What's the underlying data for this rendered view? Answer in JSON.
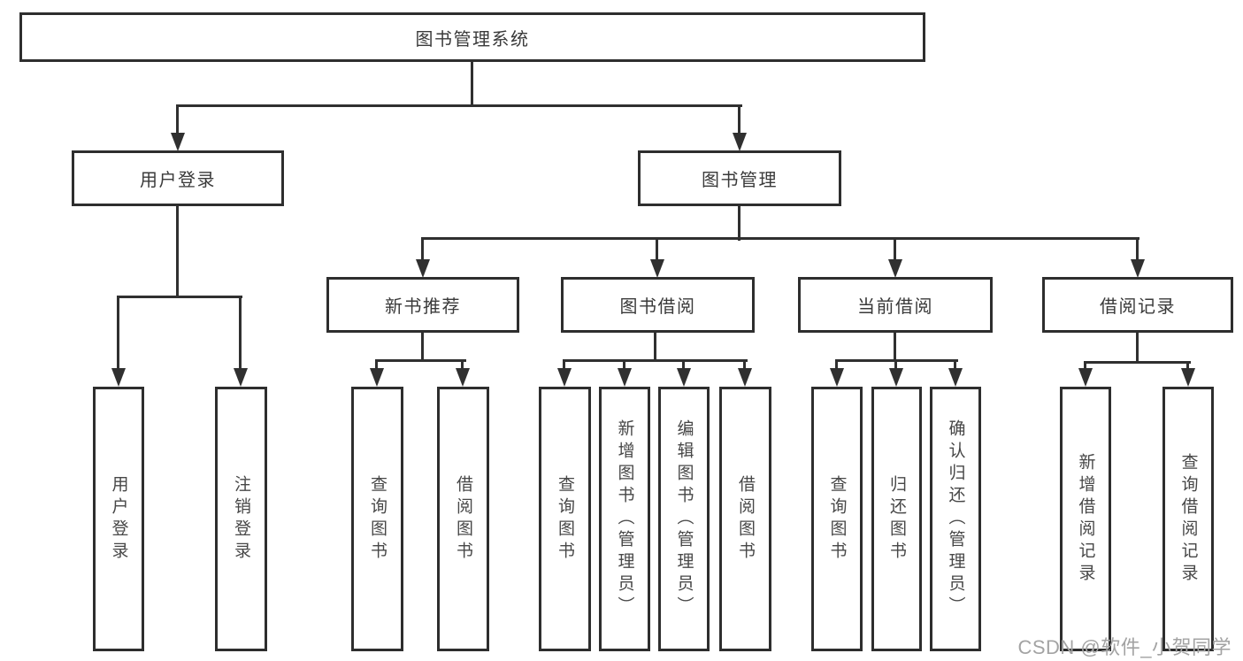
{
  "diagram": {
    "title": "图书管理系统",
    "nodes": {
      "root": {
        "label": "图书管理系统"
      },
      "user_login": {
        "label": "用户登录"
      },
      "book_management": {
        "label": "图书管理"
      },
      "new_book_recommend": {
        "label": "新书推荐"
      },
      "book_borrowing": {
        "label": "图书借阅"
      },
      "current_borrowing": {
        "label": "当前借阅"
      },
      "borrowing_records": {
        "label": "借阅记录"
      },
      "leaf_user_login": {
        "label": "用户登录"
      },
      "leaf_logout": {
        "label": "注销登录"
      },
      "leaf_nb_query_books": {
        "label": "查询图书"
      },
      "leaf_nb_borrow_books": {
        "label": "借阅图书"
      },
      "leaf_bb_query_books": {
        "label": "查询图书"
      },
      "leaf_bb_add_books": {
        "label": "新增图书（管理员）"
      },
      "leaf_bb_edit_books": {
        "label": "编辑图书（管理员）"
      },
      "leaf_bb_borrow_books": {
        "label": "借阅图书"
      },
      "leaf_cb_query_books": {
        "label": "查询图书"
      },
      "leaf_cb_return_books": {
        "label": "归还图书"
      },
      "leaf_cb_confirm_return": {
        "label": "确认归还（管理员）"
      },
      "leaf_br_add_record": {
        "label": "新增借阅记录"
      },
      "leaf_br_query_record": {
        "label": "查询借阅记录"
      }
    },
    "watermark": "CSDN @软件_小贺同学",
    "colors": {
      "line": "#303030",
      "border": "#2e2e2e",
      "text": "#3a3a3a",
      "vertical_text": "#474747",
      "watermark": "#a3a3a3",
      "background": "#ffffff"
    }
  }
}
